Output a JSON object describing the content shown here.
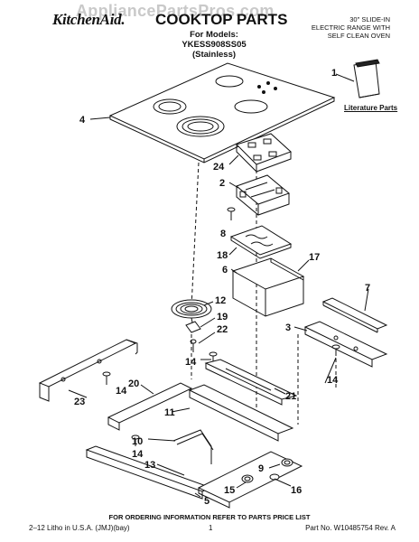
{
  "header": {
    "brand": "KitchenAid.",
    "watermark": "AppliancePartsPros.com",
    "title": "COOKTOP PARTS",
    "models_line1": "For Models: YKESS908SS05",
    "models_line2": "(Stainless)",
    "description": [
      "30\" SLIDE-IN",
      "ELECTRIC RANGE WITH",
      "SELF CLEAN OVEN"
    ]
  },
  "literature_label": "Literature Parts",
  "callouts": [
    "1",
    "4",
    "24",
    "2",
    "8",
    "18",
    "6",
    "17",
    "12",
    "19",
    "22",
    "7",
    "3",
    "14",
    "20",
    "21",
    "23",
    "14",
    "11",
    "10",
    "14",
    "13",
    "9",
    "5",
    "15",
    "16",
    "14"
  ],
  "footer": {
    "ordering_note": "FOR ORDERING INFORMATION REFER TO PARTS PRICE LIST",
    "litho": "2–12 Litho in U.S.A. (JMJ)(bay)",
    "page_number": "1",
    "part_number": "Part No. W10485754 Rev. A"
  }
}
